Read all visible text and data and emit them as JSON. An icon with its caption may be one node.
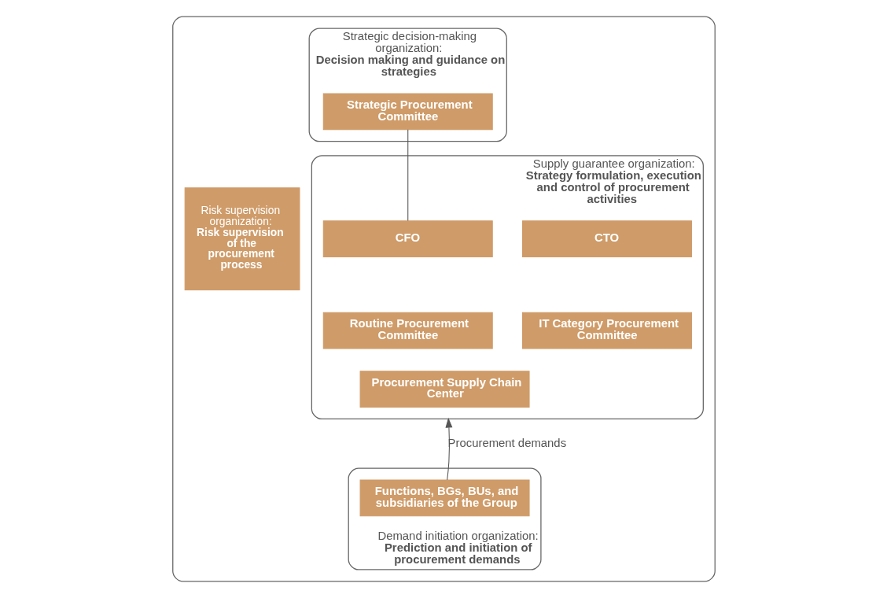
{
  "diagram": {
    "nodes": [
      {
        "text": [],
        "shape": "box"
      },
      {
        "text": [
          "Strategic decision-making organization:",
          "Decision making and guidance on strategies"
        ],
        "in": 0
      },
      {
        "text": [
          "Strategic Procurement Committee"
        ],
        "in": 1
      },
      {
        "text": [
          "Supply guarantee organization:",
          "Strategy formulation, execution and control of procurement activities"
        ],
        "in": 0
      },
      {
        "text": [
          "CFO"
        ],
        "in": 3
      },
      {
        "text": [
          "CTO"
        ],
        "in": 3
      },
      {
        "text": [
          "Routine Procurement Committee"
        ],
        "in": 3
      },
      {
        "text": [
          "IT Category Procurement Committee"
        ],
        "in": 3
      },
      {
        "text": [
          "Procurement Supply Chain Center"
        ],
        "in": 3
      },
      {
        "text": [
          "Demand initiation organization:",
          "Prediction and initiation of procurement demands"
        ],
        "in": 0
      },
      {
        "text": [
          "Functions, BGs, BUs, and subsidiaries of the Group"
        ],
        "in": 9
      },
      {
        "text": [
          "Risk supervision organization:",
          "Risk supervision of the procurement process"
        ],
        "in": 0
      }
    ],
    "edges": [
      {
        "from": 2,
        "to": 4,
        "arrow": "none"
      },
      {
        "from": 10,
        "to": 3,
        "arrow": "to",
        "label": "Procurement demands"
      }
    ]
  }
}
